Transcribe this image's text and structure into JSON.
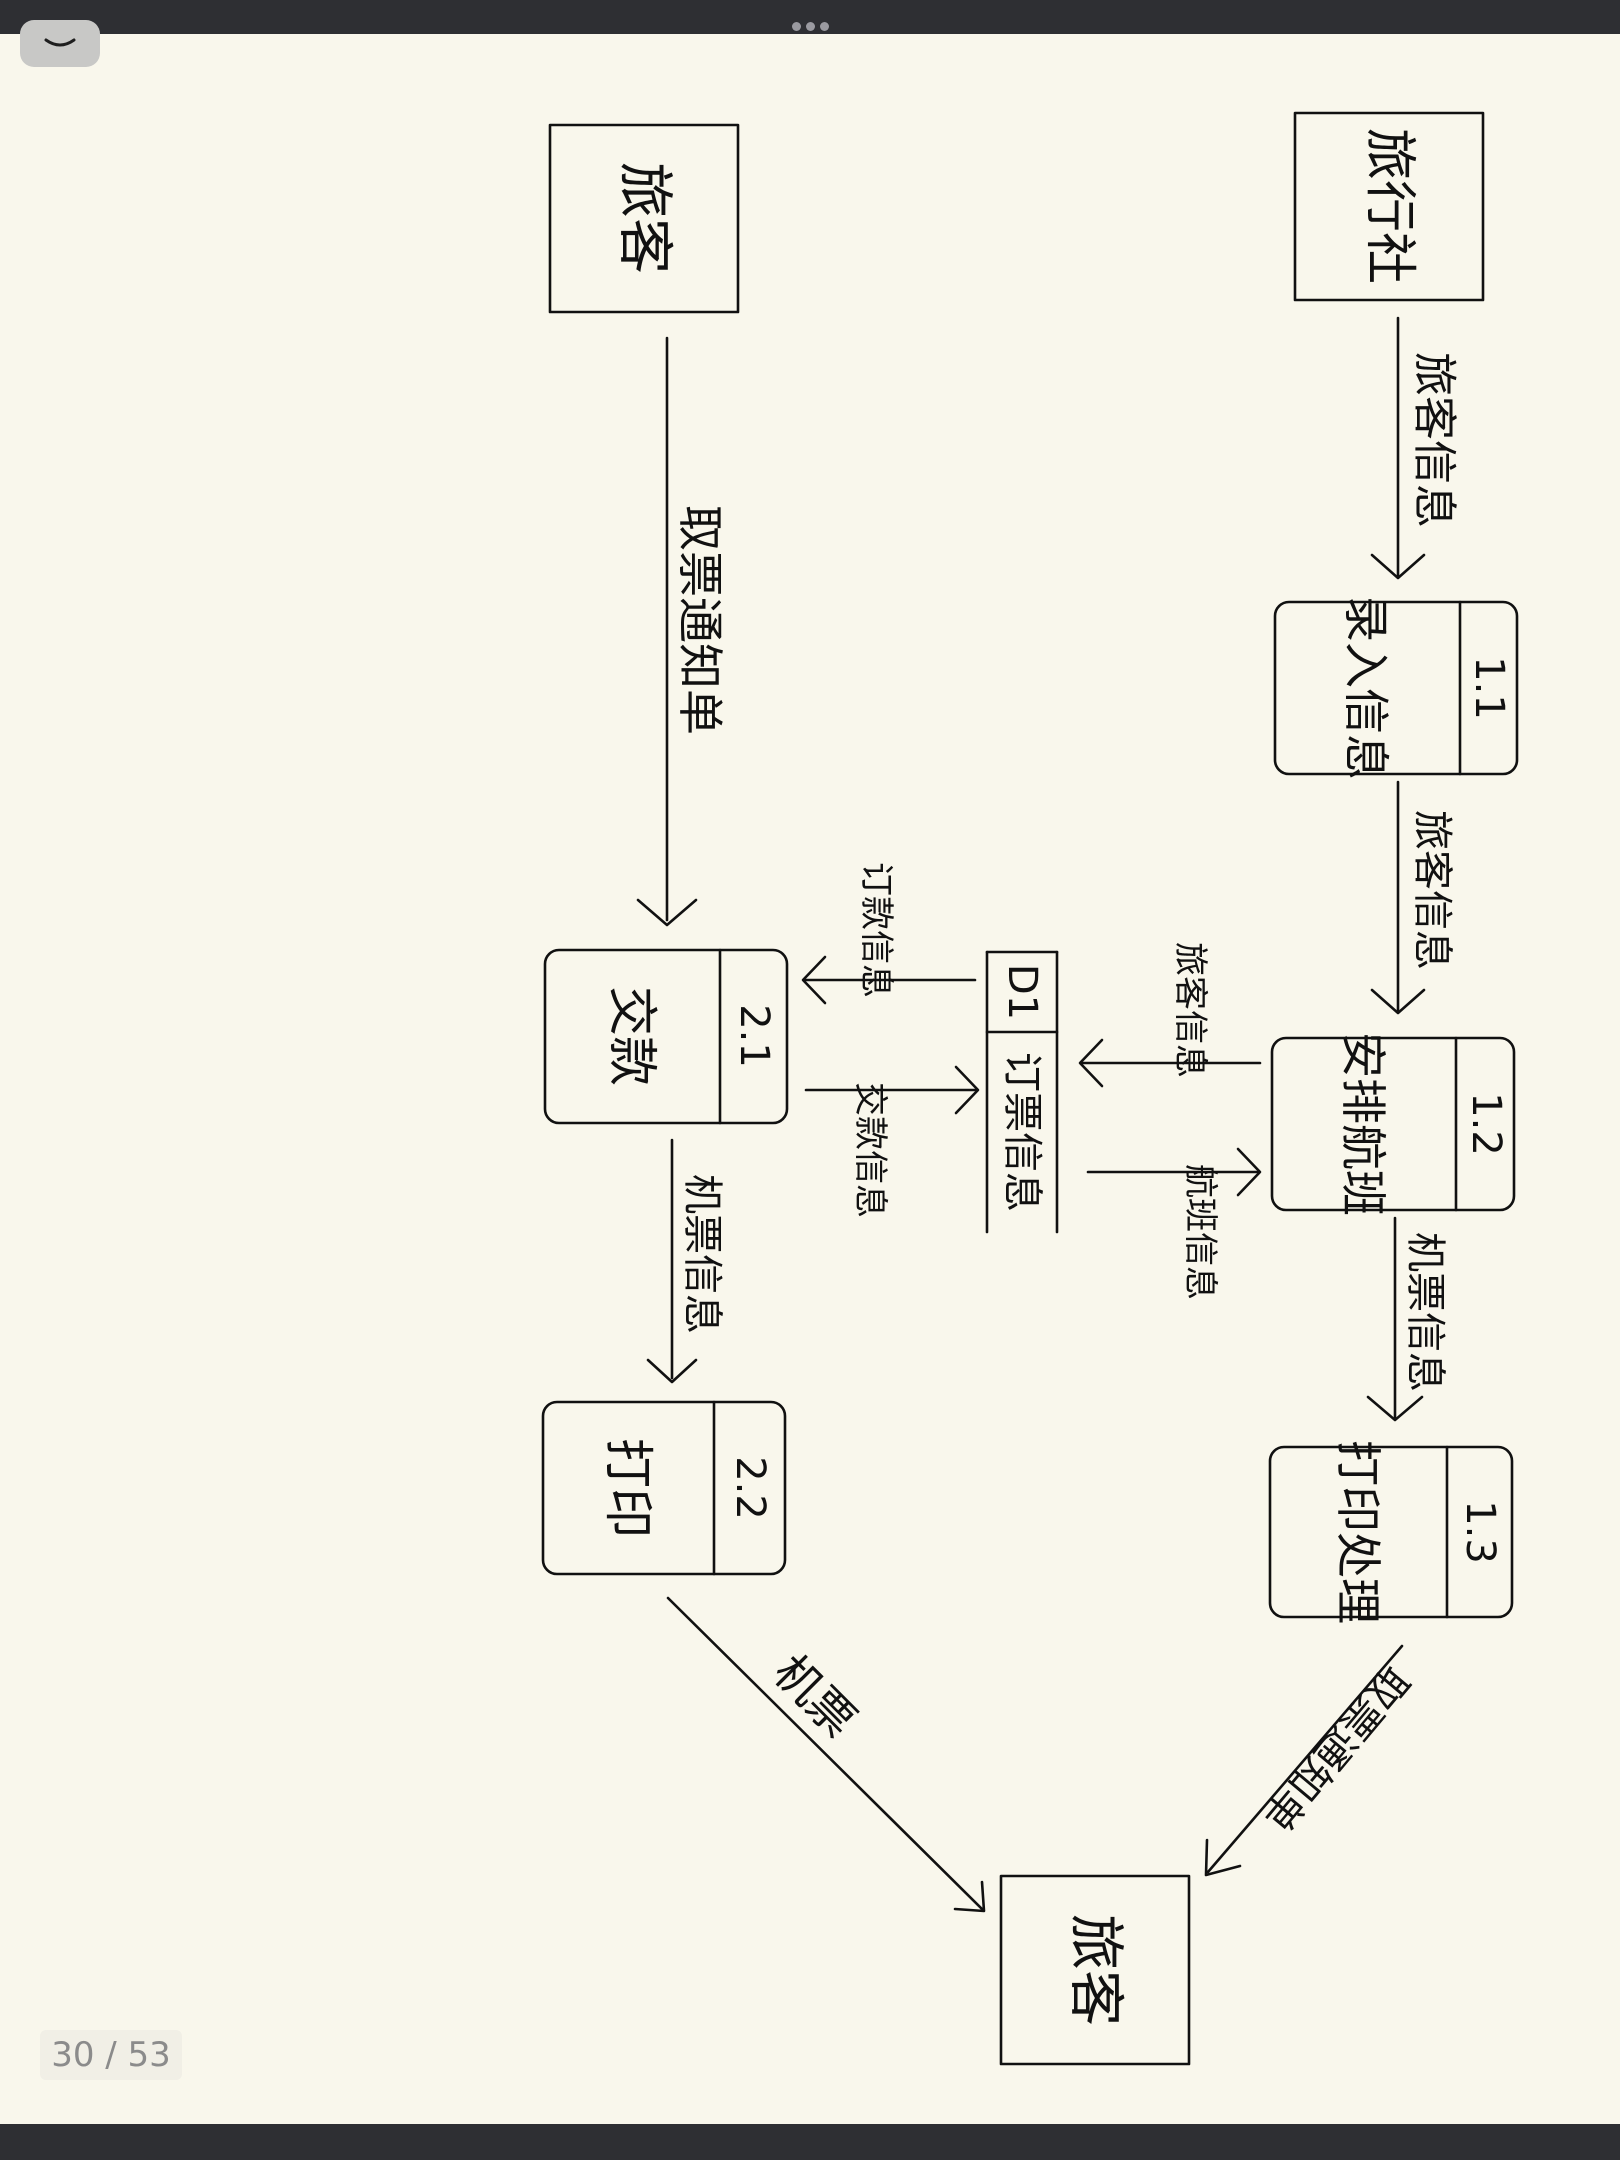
{
  "viewer": {
    "page_indicator": "30 / 53"
  },
  "diagram": {
    "entities": {
      "travel_agency": "旅行社",
      "traveler_top": "旅客",
      "traveler_bottom": "旅客"
    },
    "processes": {
      "p1_1": {
        "id": "1.1",
        "name": "录入信息"
      },
      "p1_2": {
        "id": "1.2",
        "name": "安排航班"
      },
      "p1_3": {
        "id": "1.3",
        "name": "打印处理"
      },
      "p2_1": {
        "id": "2.1",
        "name": "交款"
      },
      "p2_2": {
        "id": "2.2",
        "name": "打印"
      }
    },
    "datastore": {
      "id": "D1",
      "name": "订票信息"
    },
    "flows": {
      "agency_to_1_1": "旅客信息",
      "f1_1_to_1_2": "旅客信息",
      "f1_2_to_1_3": "机票信息",
      "f1_3_to_traveler": "取票通知单",
      "traveler_to_2_1": "取票通知单",
      "f2_1_to_2_2": "机票信息",
      "f2_2_to_traveler": "机票",
      "f1_2_to_d1": "旅客信息",
      "d1_to_1_2": "航班信息",
      "d1_to_2_1": "订款信息",
      "f2_1_to_d1": "交款信息"
    }
  }
}
